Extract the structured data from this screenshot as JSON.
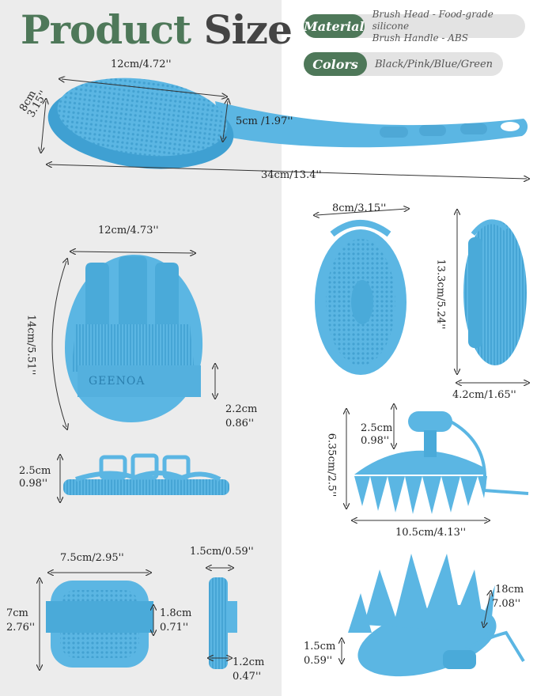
{
  "title": {
    "word1": "Product",
    "word2": "Size"
  },
  "specs": {
    "material": {
      "label": "Material",
      "line1": "Brush Head - Food-grade silicone",
      "line2": "Brush Handle - ABS"
    },
    "colors": {
      "label": "Colors",
      "value": "Black/Pink/Blue/Green"
    }
  },
  "long_brush": {
    "head_width": "12cm/4.72''",
    "head_height_cm": "8cm",
    "head_height_in": "3.15''",
    "handle_width": "5cm /1.97''",
    "total_length": "34cm/13.4''"
  },
  "egg_pad": {
    "width": "12cm/4.73''",
    "height": "14cm/5.51''",
    "strap_cm": "2.2cm",
    "strap_in": "0.86''",
    "thickness_cm": "2.5cm",
    "thickness_in": "0.98''",
    "brand": "GEENOA"
  },
  "oval_scrubber": {
    "width": "8cm/3.15''",
    "height": "13.3cm/5.24''",
    "depth": "4.2cm/1.65''"
  },
  "shampoo_brush": {
    "height_cm": "2.5cm",
    "height_in": "0.98''",
    "side_height": "6.35cm/2.5''",
    "width": "10.5cm/4.13''"
  },
  "small_pad": {
    "width": "7.5cm/2.95''",
    "height_cm": "7cm",
    "height_in": "2.76''",
    "strap_cm": "1.8cm",
    "strap_in": "0.71''",
    "side_width": "1.5cm/0.59''",
    "side_base_cm": "1.2cm",
    "side_base_in": "0.47''"
  },
  "round_brush": {
    "strap_cm": "18cm",
    "strap_in": "7.08''",
    "base_cm": "1.5cm",
    "base_in": "0.59''"
  },
  "colors": {
    "green": "#4e7859",
    "blue": "#5bb6e3",
    "grey_bg": "#ececec"
  }
}
